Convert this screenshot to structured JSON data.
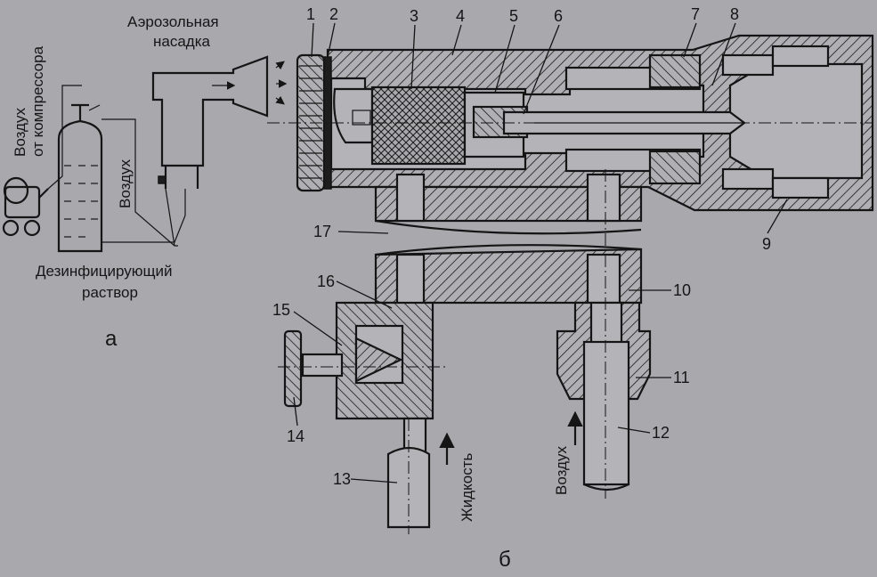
{
  "diagram_a": {
    "label": "а",
    "air_from_compressor": [
      "Воздух",
      "от компрессора"
    ],
    "aerosol_nozzle": [
      "Аэрозольная",
      "насадка"
    ],
    "air": "Воздух",
    "disinfectant_solution": [
      "Дезинфицирующий",
      "раствор"
    ]
  },
  "diagram_b": {
    "label": "б",
    "liquid": "Жидкость",
    "air": "Воздух",
    "part_numbers": [
      "1",
      "2",
      "3",
      "4",
      "5",
      "6",
      "7",
      "8",
      "9",
      "10",
      "11",
      "12",
      "13",
      "14",
      "15",
      "16",
      "17"
    ]
  }
}
